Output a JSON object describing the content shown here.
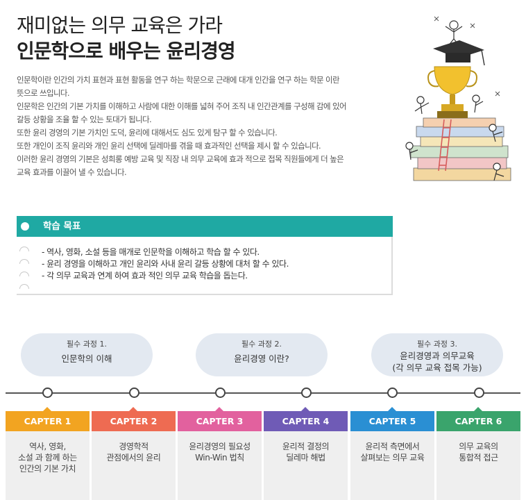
{
  "title": {
    "line1": "재미없는 의무 교육은 가라",
    "line2": "인문학으로 배우는 윤리경영"
  },
  "intro": [
    "인문학이란 인간의 가치 표현과 표현 활동을 연구 하는 학문으로 근래에 대개 인간을 연구 하는 학문 이란",
    "뜻으로 쓰입니다.",
    "인문학은 인간의 기본 가치를 이해하고 사람에 대한 이해를 넓혀 주어 조직 내 인간관계를 구성해 감에 있어",
    "갈등 상황을 조율 할 수 있는 토대가 됩니다.",
    "또한 윤리 경영의 기본 가치인 도덕, 윤리에 대해서도 심도 있게 탐구 할 수 있습니다.",
    "또한 개인이 조직 윤리와 개인 윤리 선택에 딜레마를 겪을 때 효과적인 선택을 제시 할 수 있습니다.",
    "이러한 윤리 경영의 기본은 성희롱 예방 교육 및 직장 내 의무 교육에 효과 적으로 접목 직원들에게 더 높은",
    "교육 효과를 이끌어 낼 수 있습니다."
  ],
  "goals": {
    "heading": "학습 목표",
    "items": [
      "- 역사, 영화, 소설 등을 매개로 인문학을 이해하고 학습 할 수 있다.",
      "- 윤리 경영을 이해하고 개인 윤리와 사내 윤리 갈등 상황에 대처 할 수 있다.",
      "- 각 의무 교육과 연계 하여 효과 적인 의무 교육 학습을 돕는다."
    ]
  },
  "courses": [
    {
      "label": "필수 과정 1.",
      "name": "인문학의 이해",
      "sub": ""
    },
    {
      "label": "필수 과정 2.",
      "name": "윤리경영 이란?",
      "sub": ""
    },
    {
      "label": "필수 과정 3.",
      "name": "윤리경영과 의무교육",
      "sub": "(각 의무 교육 접목 가능)"
    }
  ],
  "chapters": [
    {
      "title": "CAPTER 1",
      "color": "#f2a421",
      "desc": [
        "역사, 영화,",
        "소설 과 함께 하는",
        "인간의 기본 가치"
      ]
    },
    {
      "title": "CAPTER 2",
      "color": "#ee6b52",
      "desc": [
        "경영학적",
        "관점에서의 윤리"
      ]
    },
    {
      "title": "CAPTER 3",
      "color": "#e2619e",
      "desc": [
        "윤리경영의 필요성",
        "Win-Win 법칙"
      ]
    },
    {
      "title": "CAPTER 4",
      "color": "#6f5bb6",
      "desc": [
        "윤리적 결정의",
        "딜레마 해법"
      ]
    },
    {
      "title": "CAPTER 5",
      "color": "#2a8fd3",
      "desc": [
        "윤리적 측면에서",
        "살펴보는 의무 교육"
      ]
    },
    {
      "title": "CAPTER 6",
      "color": "#3aa46c",
      "desc": [
        "의무 교육의",
        "통합적 접근"
      ]
    }
  ],
  "illustration": {
    "book_colors": [
      "#f3d7a0",
      "#f2c6c6",
      "#cfe3cd",
      "#f5e6b8",
      "#c9d9ee",
      "#f5d0b0"
    ],
    "trophy_color": "#f2c12e"
  }
}
